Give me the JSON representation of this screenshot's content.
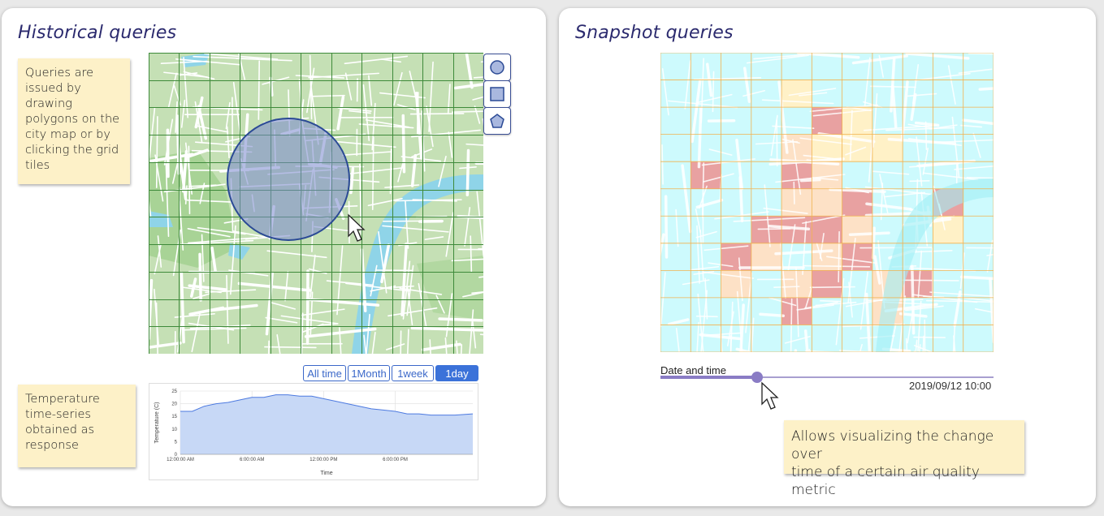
{
  "historical": {
    "title": "Historical queries",
    "note1": [
      "Queries are",
      "issued by",
      "drawing",
      "polygons on the",
      "city map or by",
      "clicking the grid",
      "tiles"
    ],
    "note2": [
      "Temperature",
      "time-series",
      "obtained as",
      "response"
    ],
    "tools": [
      "circle-icon",
      "square-icon",
      "pentagon-icon"
    ],
    "range_buttons": [
      {
        "label": "All time",
        "active": false
      },
      {
        "label": "1Month",
        "active": false
      },
      {
        "label": "1week",
        "active": false
      },
      {
        "label": "1day",
        "active": true
      }
    ]
  },
  "snapshot": {
    "title": "Snapshot queries",
    "slider_label": "Date and time",
    "slider_value": "2019/09/12 10:00",
    "slider_position": 0.29,
    "note": [
      "Allows visualizing the change over",
      "time of a certain air quality metric"
    ],
    "heatmap": [
      [
        0,
        0,
        0,
        0,
        0,
        0,
        0,
        0,
        0,
        0,
        0
      ],
      [
        0,
        0,
        0,
        0,
        1,
        0,
        0,
        0,
        0,
        0,
        0
      ],
      [
        0,
        0,
        0,
        0,
        0,
        3,
        1,
        0,
        0,
        0,
        0
      ],
      [
        0,
        0,
        0,
        0,
        2,
        1,
        1,
        1,
        0,
        0,
        0
      ],
      [
        0,
        3,
        0,
        0,
        3,
        2,
        0,
        0,
        0,
        0,
        0
      ],
      [
        0,
        0,
        0,
        0,
        2,
        2,
        3,
        0,
        0,
        3,
        0
      ],
      [
        0,
        0,
        0,
        3,
        3,
        3,
        2,
        0,
        0,
        1,
        0
      ],
      [
        0,
        0,
        3,
        2,
        0,
        2,
        3,
        0,
        0,
        0,
        0
      ],
      [
        0,
        0,
        2,
        0,
        2,
        3,
        0,
        2,
        3,
        0,
        0
      ],
      [
        0,
        0,
        0,
        0,
        3,
        0,
        0,
        2,
        0,
        0,
        0
      ],
      [
        0,
        0,
        0,
        0,
        0,
        0,
        0,
        0,
        0,
        0,
        0
      ]
    ],
    "heat_colors": [
      "#cdfafd",
      "#fff1c7",
      "#fde1c6",
      "#e8a1a1"
    ]
  },
  "chart_data": {
    "type": "area",
    "title": "",
    "xlabel": "Time",
    "ylabel": "Temperature (C)",
    "x_ticks": [
      "12:00:00 AM",
      "6:00:00 AM",
      "12:00:00 PM",
      "6:00:00 PM"
    ],
    "y_ticks": [
      0,
      5,
      10,
      15,
      20,
      25
    ],
    "ylim": [
      0,
      25
    ],
    "xlim": [
      0,
      24.5
    ],
    "series": [
      {
        "x": [
          0,
          1,
          2,
          3,
          4,
          5,
          6,
          7,
          8,
          9,
          10,
          11,
          12,
          13,
          14,
          15,
          16,
          17,
          18,
          19,
          20,
          21,
          22,
          23,
          24.5
        ],
        "values": [
          17,
          17,
          19,
          20,
          20.5,
          21.5,
          22.5,
          22.5,
          23.5,
          23.5,
          23,
          23,
          22,
          21,
          20,
          19,
          18,
          17.5,
          17,
          16,
          16,
          15.5,
          15.5,
          15.5,
          16
        ]
      }
    ],
    "color": "#4d7ae0",
    "fill": "#c7d8f6"
  }
}
